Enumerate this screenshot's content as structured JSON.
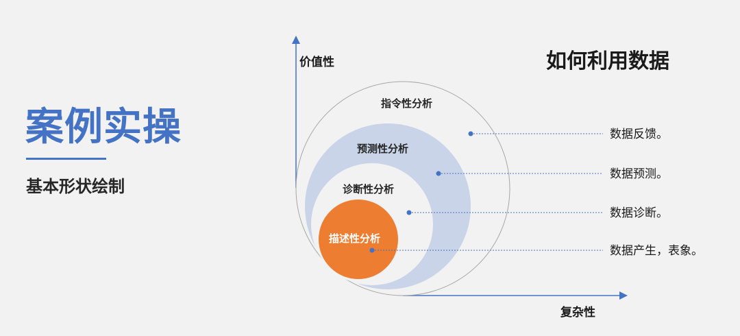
{
  "left": {
    "title": "案例实操",
    "subtitle": "基本形状绘制"
  },
  "heading": "如何利用数据",
  "axes": {
    "y_label": "价值性",
    "x_label": "复杂性"
  },
  "levels": [
    {
      "name": "指令性分析",
      "description": "数据反馈。"
    },
    {
      "name": "预测性分析",
      "description": "数据预测。"
    },
    {
      "name": "诊断性分析",
      "description": "数据诊断。"
    },
    {
      "name": "描述性分析",
      "description": "数据产生，表象。"
    }
  ],
  "colors": {
    "accent": "#4472c4",
    "orange": "#ed7d31",
    "light_blue": "#c9d4e8",
    "background": "#f2f2f2"
  }
}
